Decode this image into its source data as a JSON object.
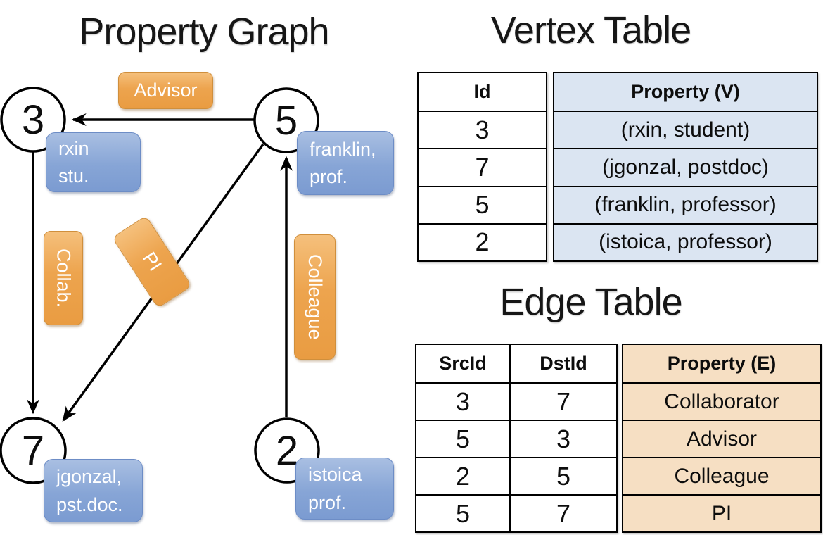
{
  "graph": {
    "title": "Property Graph",
    "vertices": [
      {
        "id": "3",
        "label_lines": [
          "rxin",
          "stu."
        ]
      },
      {
        "id": "5",
        "label_lines": [
          "franklin,",
          "prof."
        ]
      },
      {
        "id": "7",
        "label_lines": [
          "jgonzal,",
          "pst.doc."
        ]
      },
      {
        "id": "2",
        "label_lines": [
          "istoica",
          "prof."
        ]
      }
    ],
    "edges": [
      {
        "src": "5",
        "dst": "3",
        "label": "Advisor"
      },
      {
        "src": "3",
        "dst": "7",
        "label": "Collab."
      },
      {
        "src": "5",
        "dst": "7",
        "label": "PI"
      },
      {
        "src": "2",
        "dst": "5",
        "label": "Colleague"
      }
    ]
  },
  "vertex_table": {
    "title": "Vertex Table",
    "columns": [
      "Id",
      "Property (V)"
    ],
    "rows": [
      [
        "3",
        "(rxin, student)"
      ],
      [
        "7",
        "(jgonzal, postdoc)"
      ],
      [
        "5",
        "(franklin, professor)"
      ],
      [
        "2",
        "(istoica, professor)"
      ]
    ]
  },
  "edge_table": {
    "title": "Edge Table",
    "columns": [
      "SrcId",
      "DstId",
      "Property (E)"
    ],
    "rows": [
      [
        "3",
        "7",
        "Collaborator"
      ],
      [
        "5",
        "3",
        "Advisor"
      ],
      [
        "2",
        "5",
        "Colleague"
      ],
      [
        "5",
        "7",
        "PI"
      ]
    ]
  },
  "colors": {
    "edge_label_orange": "#eda44e",
    "vertex_label_blue": "#87a5d6",
    "vertex_table_fill": "#dbe5f2",
    "edge_table_fill": "#f6dfc3",
    "line_black": "#000000"
  }
}
